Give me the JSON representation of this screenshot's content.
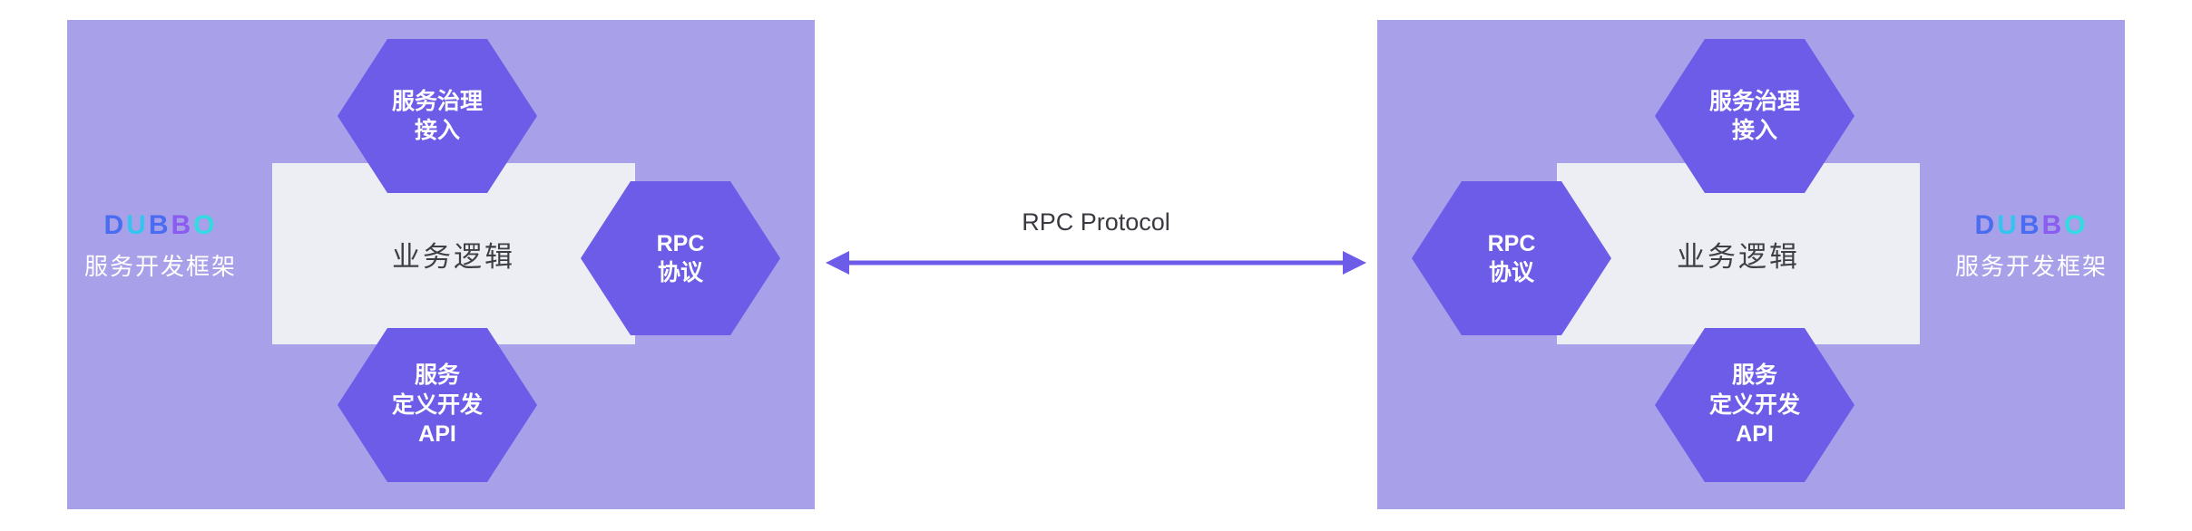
{
  "connection": {
    "label": "RPC Protocol"
  },
  "colors": {
    "panel_bg": "#a8a1ea",
    "hexagon": "#6c5ce7",
    "core_bg": "#edeef3",
    "arrow": "#6c5ce7"
  },
  "panels": [
    {
      "logo": {
        "letters": [
          {
            "ch": "D",
            "color": "#4a6cf0"
          },
          {
            "ch": "U",
            "color": "#33c5f0"
          },
          {
            "ch": "B",
            "color": "#4a6cf0"
          },
          {
            "ch": "B",
            "color": "#8a5cf0"
          },
          {
            "ch": "O",
            "color": "#33dbe0"
          }
        ],
        "subtitle": "服务开发框架"
      },
      "core_label": "业务逻辑",
      "hexagons": {
        "top": {
          "lines": [
            "服务治理",
            "接入"
          ]
        },
        "side": {
          "lines": [
            "RPC",
            "协议"
          ]
        },
        "bottom": {
          "lines": [
            "服务",
            "定义开发",
            "API"
          ]
        }
      }
    },
    {
      "logo": {
        "letters": [
          {
            "ch": "D",
            "color": "#4a6cf0"
          },
          {
            "ch": "U",
            "color": "#33c5f0"
          },
          {
            "ch": "B",
            "color": "#4a6cf0"
          },
          {
            "ch": "B",
            "color": "#8a5cf0"
          },
          {
            "ch": "O",
            "color": "#33dbe0"
          }
        ],
        "subtitle": "服务开发框架"
      },
      "core_label": "业务逻辑",
      "hexagons": {
        "top": {
          "lines": [
            "服务治理",
            "接入"
          ]
        },
        "side": {
          "lines": [
            "RPC",
            "协议"
          ]
        },
        "bottom": {
          "lines": [
            "服务",
            "定义开发",
            "API"
          ]
        }
      }
    }
  ]
}
